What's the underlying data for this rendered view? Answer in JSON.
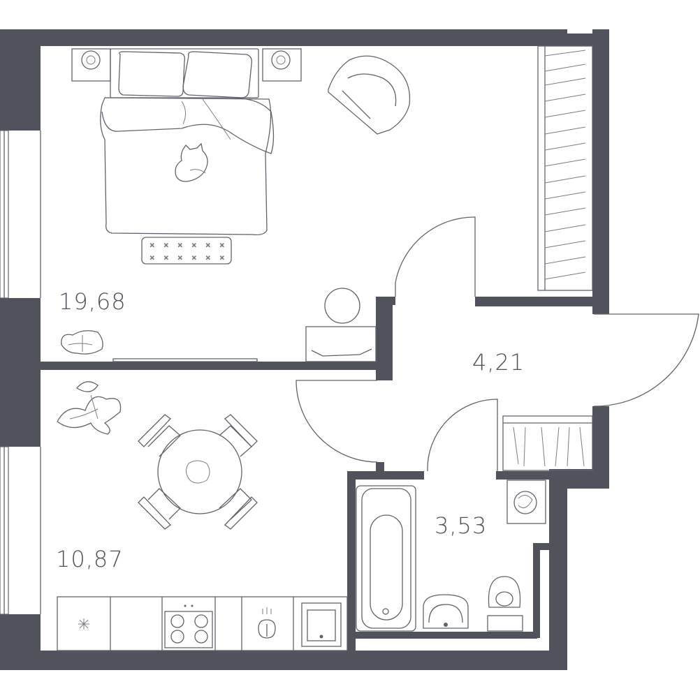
{
  "plan": {
    "colors": {
      "wall": "#50535c",
      "line": "#60636b",
      "background": "#ffffff"
    },
    "rooms": [
      {
        "id": "bedroom",
        "area": "19,68"
      },
      {
        "id": "kitchen",
        "area": "10,87"
      },
      {
        "id": "hallway",
        "area": "4,21"
      },
      {
        "id": "bathroom",
        "area": "3,53"
      }
    ],
    "furniture_icons": [
      "bed-icon",
      "nightstand-icon",
      "armchair-icon",
      "wardrobe-icon",
      "rug-icon",
      "vanity-table-icon",
      "mirror-icon",
      "dining-table-icon",
      "chair-icon",
      "plant-icon",
      "stove-icon",
      "sink-icon",
      "bathtub-icon",
      "toilet-icon",
      "washing-machine-icon",
      "washbasin-icon",
      "cat-icon"
    ]
  }
}
